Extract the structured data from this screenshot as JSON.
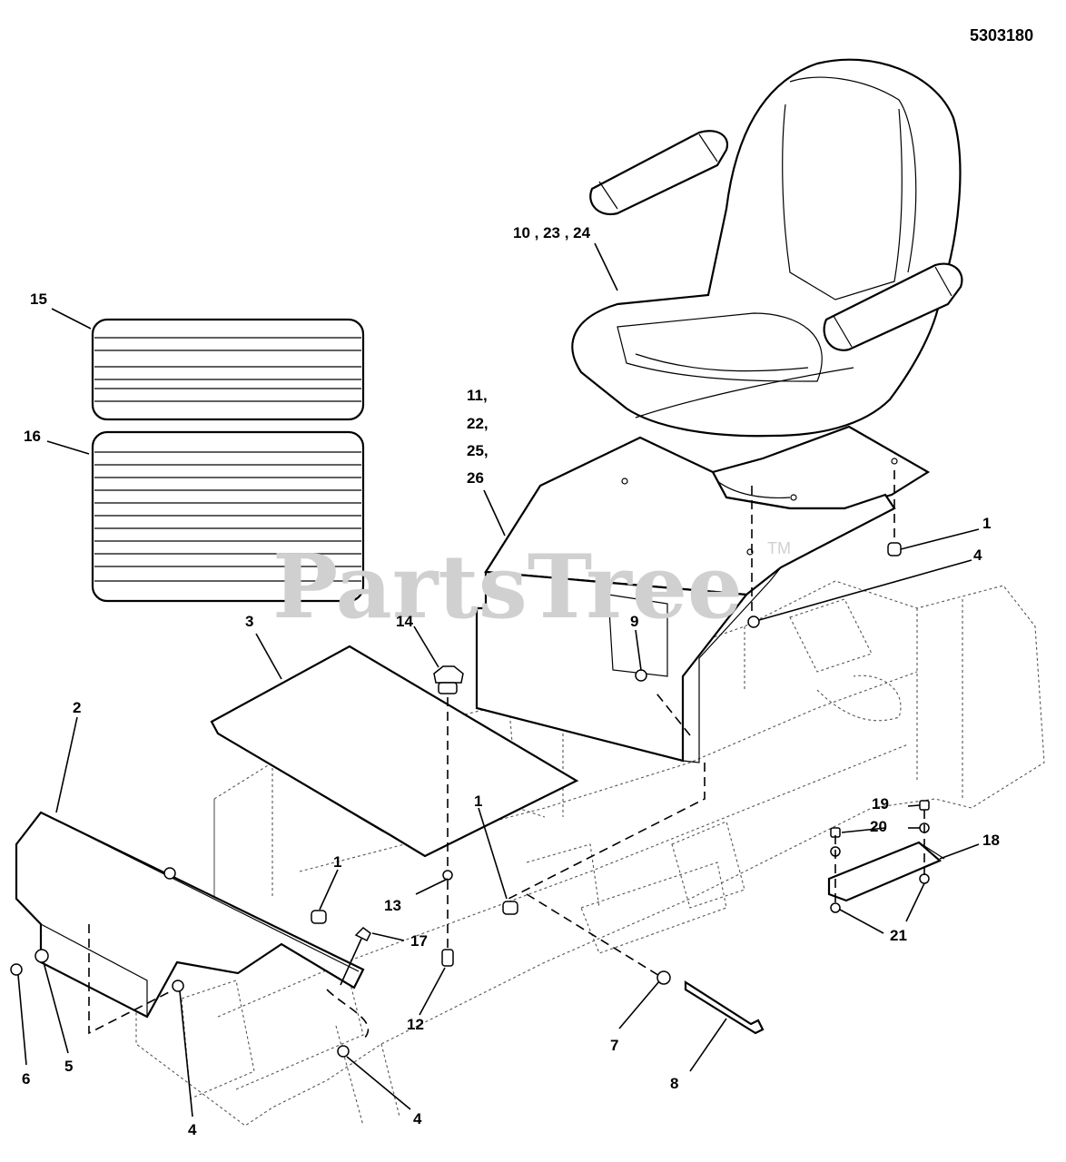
{
  "diagram_code": "5303180",
  "watermark": {
    "text": "PartsTree",
    "tm": "TM"
  },
  "callouts": [
    {
      "id": "c15",
      "text": "15"
    },
    {
      "id": "c16",
      "text": "16"
    },
    {
      "id": "c10",
      "text": "10 , 23 , 24"
    },
    {
      "id": "c11",
      "text": "11,"
    },
    {
      "id": "c22",
      "text": "22,"
    },
    {
      "id": "c25",
      "text": "25,"
    },
    {
      "id": "c26",
      "text": "26"
    },
    {
      "id": "c1a",
      "text": "1"
    },
    {
      "id": "c4a",
      "text": "4"
    },
    {
      "id": "c3",
      "text": "3"
    },
    {
      "id": "c14",
      "text": "14"
    },
    {
      "id": "c9",
      "text": "9"
    },
    {
      "id": "c2",
      "text": "2"
    },
    {
      "id": "c1b",
      "text": "1"
    },
    {
      "id": "c1c",
      "text": "1"
    },
    {
      "id": "c13",
      "text": "13"
    },
    {
      "id": "c17",
      "text": "17"
    },
    {
      "id": "c12",
      "text": "12"
    },
    {
      "id": "c19",
      "text": "19"
    },
    {
      "id": "c20",
      "text": "20"
    },
    {
      "id": "c18",
      "text": "18"
    },
    {
      "id": "c21",
      "text": "21"
    },
    {
      "id": "c6",
      "text": "6"
    },
    {
      "id": "c5",
      "text": "5"
    },
    {
      "id": "c4b",
      "text": "4"
    },
    {
      "id": "c4c",
      "text": "4"
    },
    {
      "id": "c7",
      "text": "7"
    },
    {
      "id": "c8",
      "text": "8"
    }
  ]
}
